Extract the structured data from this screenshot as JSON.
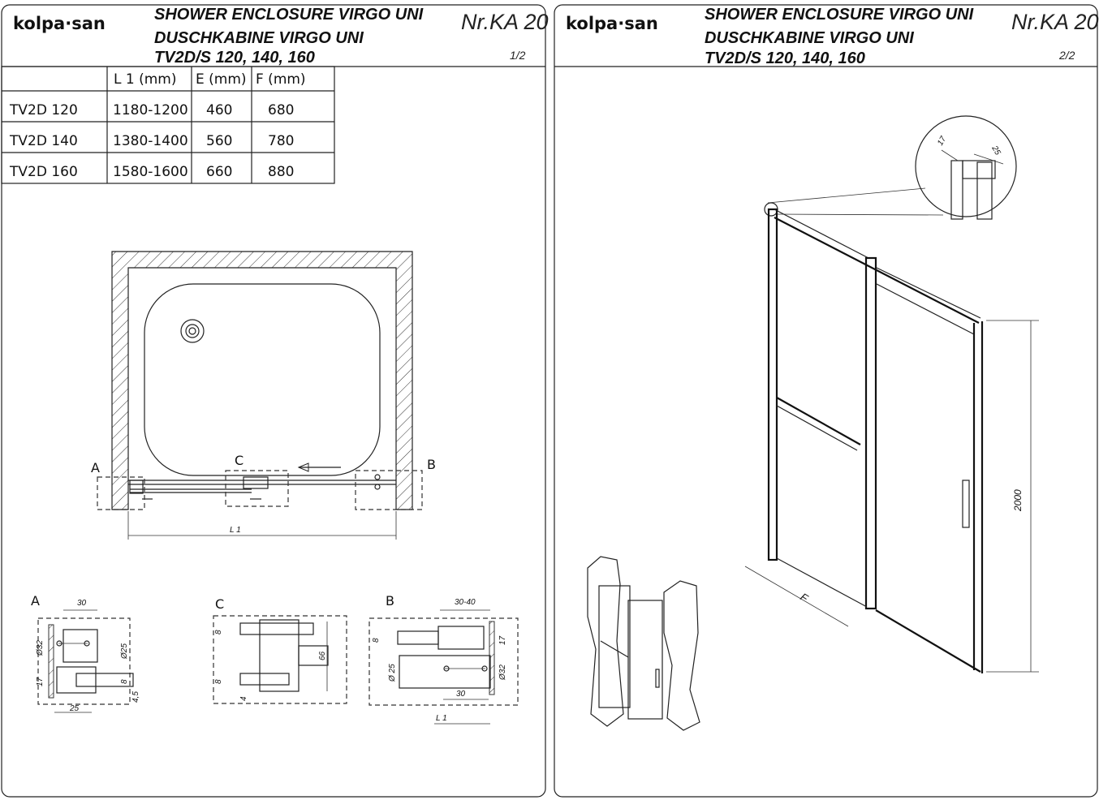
{
  "sheet1": {
    "logo": "kolpa·san",
    "title_en": "SHOWER ENCLOSURE VIRGO UNI",
    "title_de": "DUSCHKABINE  VIRGO UNI",
    "models": "TV2D/S 120, 140, 160",
    "doc_number": "Nr.KA 20",
    "page": "1/2",
    "table": {
      "headers": [
        "",
        "L 1 (mm)",
        "E (mm)",
        "F (mm)"
      ],
      "rows": [
        [
          "TV2D 120",
          "1180-1200",
          "460",
          "680"
        ],
        [
          "TV2D 140",
          "1380-1400",
          "560",
          "780"
        ],
        [
          "TV2D 160",
          "1580-1600",
          "660",
          "880"
        ]
      ]
    },
    "plan": {
      "label_a": "A",
      "label_b": "B",
      "label_c": "C",
      "dim_l1": "L 1"
    },
    "detail_a": {
      "label": "A",
      "d1": "30",
      "d2": "Ø32",
      "d3": "Ø25",
      "d4": "17",
      "d5": "8",
      "d6": "25",
      "d7": "4,5"
    },
    "detail_c": {
      "label": "C",
      "d1": "8",
      "d2": "8",
      "d3": "66",
      "d4": "4"
    },
    "detail_b": {
      "label": "B",
      "d1": "30-40",
      "d2": "8",
      "d3": "17",
      "d4": "Ø 25",
      "d5": "Ø32",
      "d6": "30",
      "d7": "L 1"
    }
  },
  "sheet2": {
    "logo": "kolpa·san",
    "title_en": "SHOWER ENCLOSURE VIRGO UNI",
    "title_de": "DUSCHKABINE  VIRGO UNI",
    "models": "TV2D/S 120, 140, 160",
    "doc_number": "Nr.KA 20",
    "page": "2/2",
    "detail": {
      "d1": "17",
      "d2": "25"
    },
    "height_dim": "2000",
    "depth_dim": "F"
  }
}
